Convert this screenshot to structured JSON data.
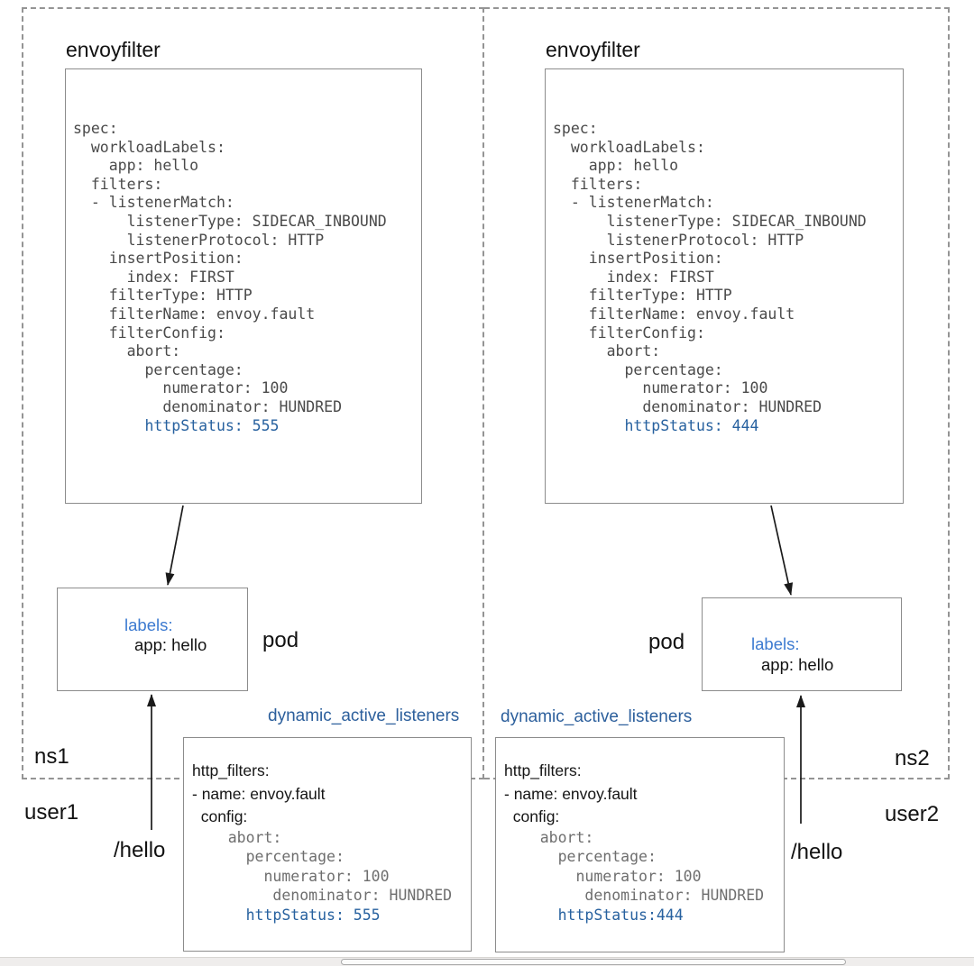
{
  "colors": {
    "code_status_blue": "#27619f",
    "pod_labels_blue": "#3c7ad0",
    "listeners_title_blue": "#2c5f9c",
    "code_gray": "#4a4a4a",
    "dyn_code_gray": "#6e6e6e",
    "dashed_border_gray": "#949494"
  },
  "ns1": {
    "name_label": "ns1",
    "user_label": "user1",
    "request_label": "/hello",
    "envoyfilter": {
      "title": "envoyfilter",
      "yaml_body": "spec:\n  workloadLabels:\n    app: hello\n  filters:\n  - listenerMatch:\n      listenerType: SIDECAR_INBOUND\n      listenerProtocol: HTTP\n    insertPosition:\n      index: FIRST\n    filterType: HTTP\n    filterName: envoy.fault\n    filterConfig:\n      abort:\n        percentage:\n          numerator: 100\n          denominator: HUNDRED",
      "yaml_status": "        httpStatus: 555"
    },
    "pod": {
      "label": "pod",
      "labels_key": "labels:",
      "labels_value": "app: hello"
    },
    "listeners": {
      "title": "dynamic_active_listeners",
      "filters_text": "http_filters:\n- name: envoy.fault\n  config:",
      "config_text": "    abort:\n      percentage:\n        numerator: 100\n         denominator: HUNDRED",
      "status_text": "      httpStatus: 555"
    }
  },
  "ns2": {
    "name_label": "ns2",
    "user_label": "user2",
    "request_label": "/hello",
    "envoyfilter": {
      "title": "envoyfilter",
      "yaml_body": "spec:\n  workloadLabels:\n    app: hello\n  filters:\n  - listenerMatch:\n      listenerType: SIDECAR_INBOUND\n      listenerProtocol: HTTP\n    insertPosition:\n      index: FIRST\n    filterType: HTTP\n    filterName: envoy.fault\n    filterConfig:\n      abort:\n        percentage:\n          numerator: 100\n          denominator: HUNDRED",
      "yaml_status": "        httpStatus: 444"
    },
    "pod": {
      "label": "pod",
      "labels_key": "labels:",
      "labels_value": "app: hello"
    },
    "listeners": {
      "title": "dynamic_active_listeners",
      "filters_text": "http_filters:\n- name: envoy.fault\n  config:",
      "config_text": "    abort:\n      percentage:\n        numerator: 100\n         denominator: HUNDRED",
      "status_text": "      httpStatus:444"
    }
  }
}
